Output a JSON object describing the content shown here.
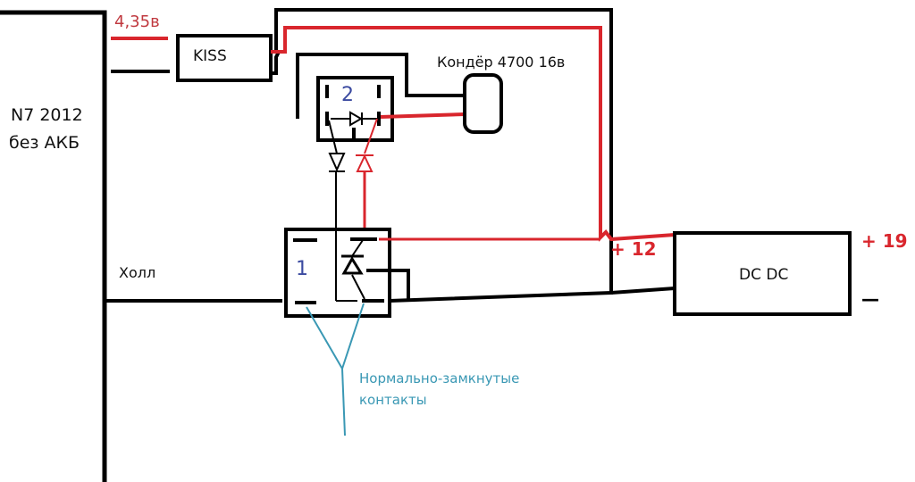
{
  "colors": {
    "wire": "#000000",
    "positive": "#d9262d",
    "label_red": "#c0393f",
    "number_blue": "#3b4aa0",
    "contact_teal": "#3a98b4"
  },
  "components": {
    "phone": {
      "line1": "N7 2012",
      "line2": "без АКБ"
    },
    "kiss": {
      "label": "KISS"
    },
    "relay2": {
      "label": "2"
    },
    "relay1": {
      "label": "1"
    },
    "capacitor": {
      "label": "Кондёр 4700 16в"
    },
    "dcdc": {
      "label": "DC DC"
    }
  },
  "labels": {
    "voltage_in": "4,35в",
    "hall": "Холл",
    "plus_12": "+ 12",
    "plus_19": "+ 19",
    "minus": "—",
    "nc_contacts_line1": "Нормально-замкнутые",
    "nc_contacts_line2": "контакты"
  }
}
